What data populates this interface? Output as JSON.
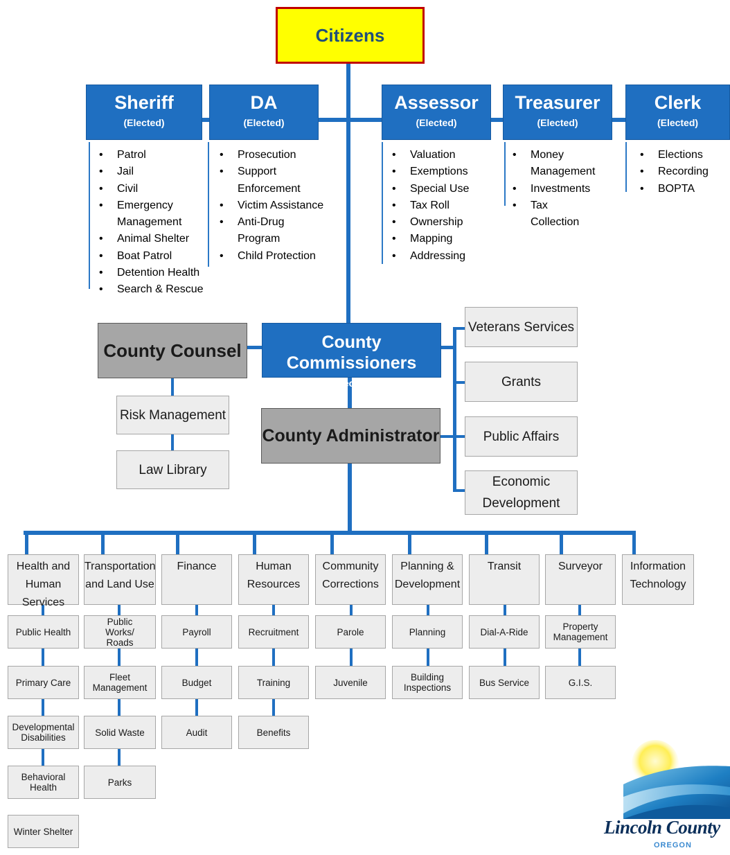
{
  "top": {
    "label": "Citizens"
  },
  "elected_officials": [
    {
      "title": "Sheriff",
      "subtitle": "(Elected)",
      "duties": [
        "Patrol",
        "Jail",
        "Civil",
        "Emergency Management",
        "Animal Shelter",
        "Boat Patrol",
        "Detention Health",
        "Search & Rescue"
      ]
    },
    {
      "title": "DA",
      "subtitle": "(Elected)",
      "duties": [
        "Prosecution",
        "Support Enforcement",
        "Victim Assistance",
        "Anti-Drug Program",
        "Child Protection"
      ]
    },
    {
      "title": "Assessor",
      "subtitle": "(Elected)",
      "duties": [
        "Valuation",
        "Exemptions",
        "Special Use",
        "Tax Roll",
        "Ownership",
        "Mapping",
        "Addressing"
      ]
    },
    {
      "title": "Treasurer",
      "subtitle": "(Elected)",
      "duties": [
        "Money Management",
        "Investments",
        "Tax Collection"
      ]
    },
    {
      "title": "Clerk",
      "subtitle": "(Elected)",
      "duties": [
        "Elections",
        "Recording",
        "BOPTA"
      ]
    }
  ],
  "commissioners": {
    "title": "County Commissioners",
    "subtitle": "(Elected)"
  },
  "counsel": {
    "title": "County Counsel",
    "units": [
      "Risk Management",
      "Law Library"
    ]
  },
  "administrator": {
    "title": "County Administrator"
  },
  "admin_offices": [
    "Veterans Services",
    "Grants",
    "Public Affairs",
    "Economic Development"
  ],
  "departments": [
    {
      "name": "Health and Human Services",
      "units": [
        "Public Health",
        "Primary Care",
        "Developmental Disabilities",
        "Behavioral Health",
        "Winter Shelter"
      ]
    },
    {
      "name": "Transportation and Land Use",
      "units": [
        "Public Works/ Roads",
        "Fleet Management",
        "Solid Waste",
        "Parks"
      ]
    },
    {
      "name": "Finance",
      "units": [
        "Payroll",
        "Budget",
        "Audit"
      ]
    },
    {
      "name": "Human Resources",
      "units": [
        "Recruitment",
        "Training",
        "Benefits"
      ]
    },
    {
      "name": "Community Corrections",
      "units": [
        "Parole",
        "Juvenile"
      ]
    },
    {
      "name": "Planning & Development",
      "units": [
        "Planning",
        "Building Inspections"
      ]
    },
    {
      "name": "Transit",
      "units": [
        "Dial-A-Ride",
        "Bus Service"
      ]
    },
    {
      "name": "Surveyor",
      "units": [
        "Property Management",
        "G.I.S."
      ]
    },
    {
      "name": "Information Technology",
      "units": []
    }
  ],
  "logo": {
    "name": "Lincoln County",
    "state": "OREGON"
  },
  "colors": {
    "elected_blue": "#1f6fc1",
    "citizens_yellow": "#ffff00",
    "citizens_border": "#c00000",
    "connector_blue": "#1f6fc1",
    "dark_grey": "#a6a6a6",
    "light_grey": "#ededed"
  }
}
